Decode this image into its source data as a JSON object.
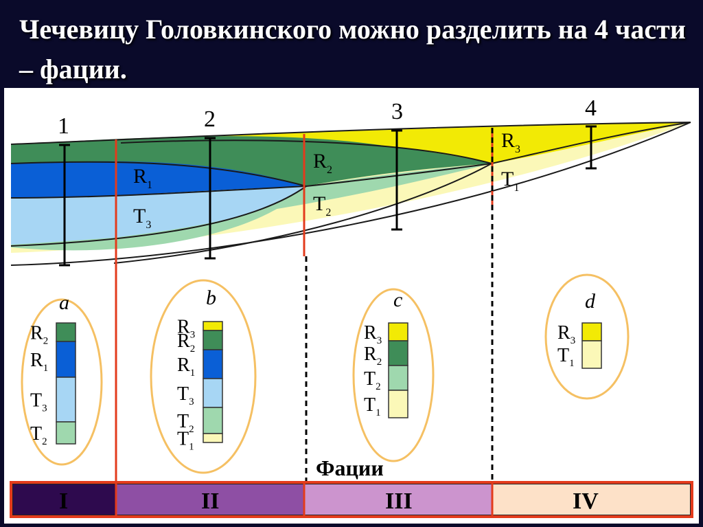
{
  "title": "Чечевицу Головкинского можно разделить на 4 части – фации.",
  "profiles": [
    "1",
    "2",
    "3",
    "4"
  ],
  "facies_heading": "Фации",
  "facies": [
    {
      "numeral": "I",
      "color": "#2e0a4e"
    },
    {
      "numeral": "II",
      "color": "#8e4fa4"
    },
    {
      "numeral": "III",
      "color": "#cc94ce"
    },
    {
      "numeral": "IV",
      "color": "#fde1c8"
    }
  ],
  "layers": {
    "R1": {
      "letter": "R",
      "sub": "1",
      "color": "#0a5fd6"
    },
    "R2": {
      "letter": "R",
      "sub": "2",
      "color": "#3f8d58"
    },
    "R3": {
      "letter": "R",
      "sub": "3",
      "color": "#f2ea05"
    },
    "T1": {
      "letter": "T",
      "sub": "1",
      "color": "#fbf8b8"
    },
    "T2": {
      "letter": "T",
      "sub": "2",
      "color": "#9fd8ae"
    },
    "T3": {
      "letter": "T",
      "sub": "3",
      "color": "#a7d6f4"
    }
  },
  "columns": [
    {
      "letter": "a",
      "layers": [
        "R2",
        "R1",
        "T3",
        "T2"
      ]
    },
    {
      "letter": "b",
      "layers": [
        "R3",
        "R2",
        "R1",
        "T3",
        "T2",
        "T1"
      ]
    },
    {
      "letter": "c",
      "layers": [
        "R3",
        "R2",
        "T2",
        "T1"
      ]
    },
    {
      "letter": "d",
      "layers": [
        "R3",
        "T1"
      ]
    }
  ],
  "colors": {
    "boundary": "#e33b1c",
    "ellipse": "#f5c063"
  }
}
